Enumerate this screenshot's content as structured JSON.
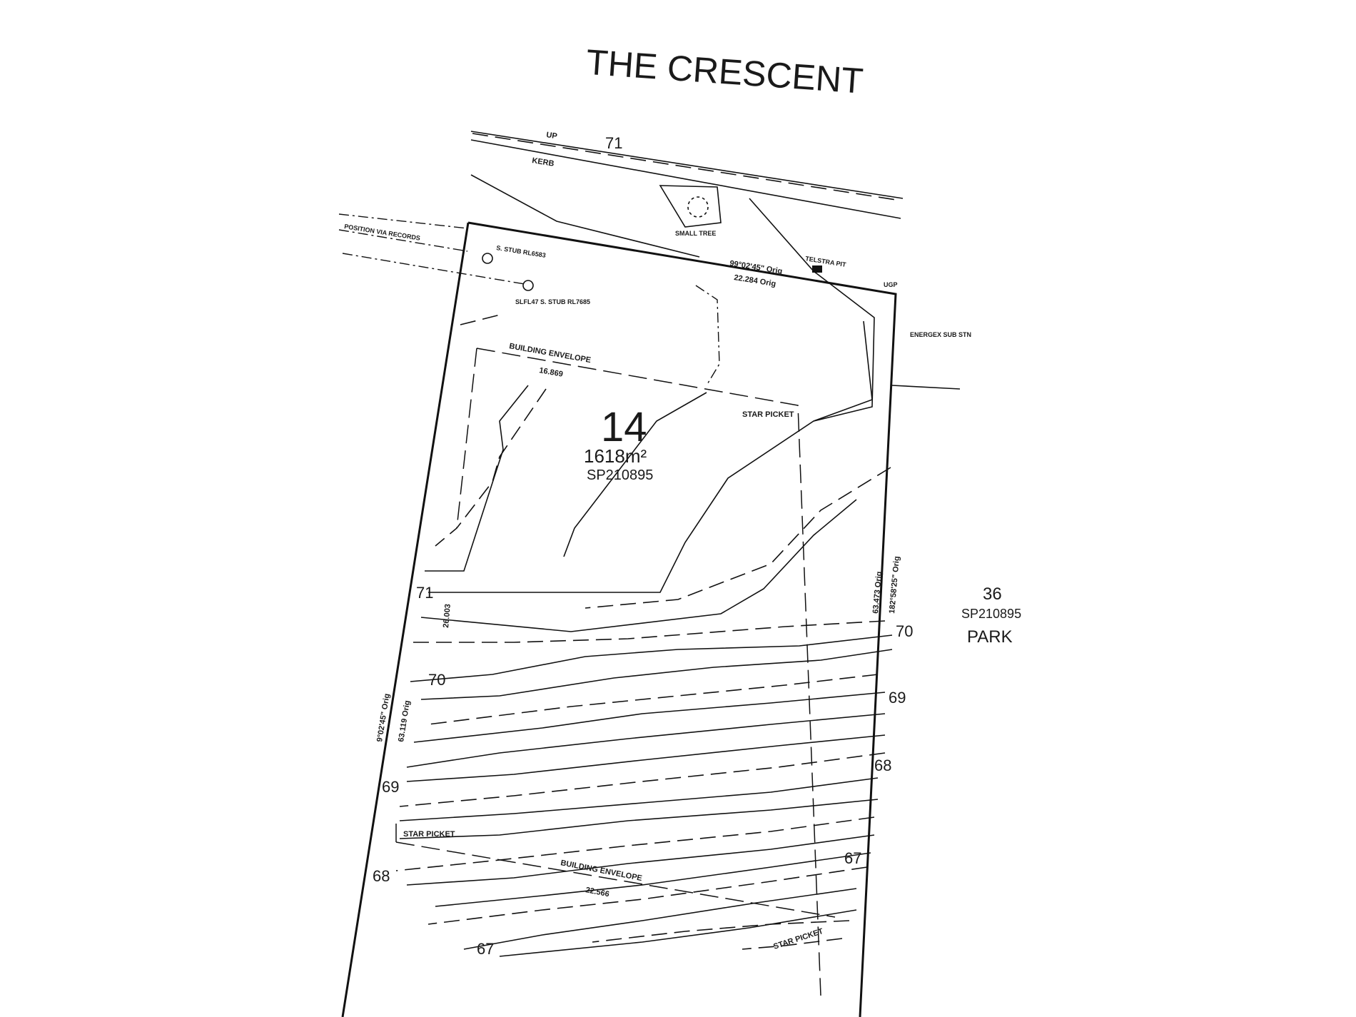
{
  "plan": {
    "road_name": "THE CRESCENT",
    "lot": {
      "number": "14",
      "area": "1618m²",
      "plan_ref": "SP210895"
    },
    "adjacent_lot": {
      "number": "36",
      "plan_ref": "SP210895",
      "use": "PARK"
    },
    "labels": {
      "up": "UP",
      "kerb": "KERB",
      "small_tree": "SMALL TREE",
      "telstra_pit": "TELSTRA PIT",
      "position_via_records": "POSITION VIA RECORDS",
      "stub_1": "S. STUB RL6583",
      "stub_2": "SLFL47 S. STUB RL7685",
      "energex": "ENERGEX SUB STN",
      "ugp": "UGP",
      "star_picket_top": "STAR PICKET",
      "star_picket_left": "STAR PICKET",
      "star_picket_bottom": "STAR PICKET",
      "building_envelope_top": "BUILDING ENVELOPE",
      "envelope_top_dim": "16.869",
      "building_envelope_bottom": "BUILDING ENVELOPE",
      "envelope_bottom_dim": "22.566",
      "front_bearing": "99°02'45\" Orig",
      "front_dim": "22.284 Orig",
      "left_bearing": "9°02'45\" Orig",
      "left_dim": "63.119 Orig",
      "right_dim": "63.473 Orig",
      "right_bearing": "182°58'25\" Orig",
      "side_dim": "26.003"
    },
    "contours": [
      {
        "label": "71",
        "position": "left"
      },
      {
        "label": "70",
        "position": "right"
      },
      {
        "label": "70",
        "position": "left"
      },
      {
        "label": "69",
        "position": "right"
      },
      {
        "label": "69",
        "position": "left"
      },
      {
        "label": "68",
        "position": "right"
      },
      {
        "label": "68",
        "position": "left"
      },
      {
        "label": "67",
        "position": "right"
      },
      {
        "label": "67",
        "position": "left"
      },
      {
        "label": "71",
        "position": "road"
      }
    ]
  }
}
